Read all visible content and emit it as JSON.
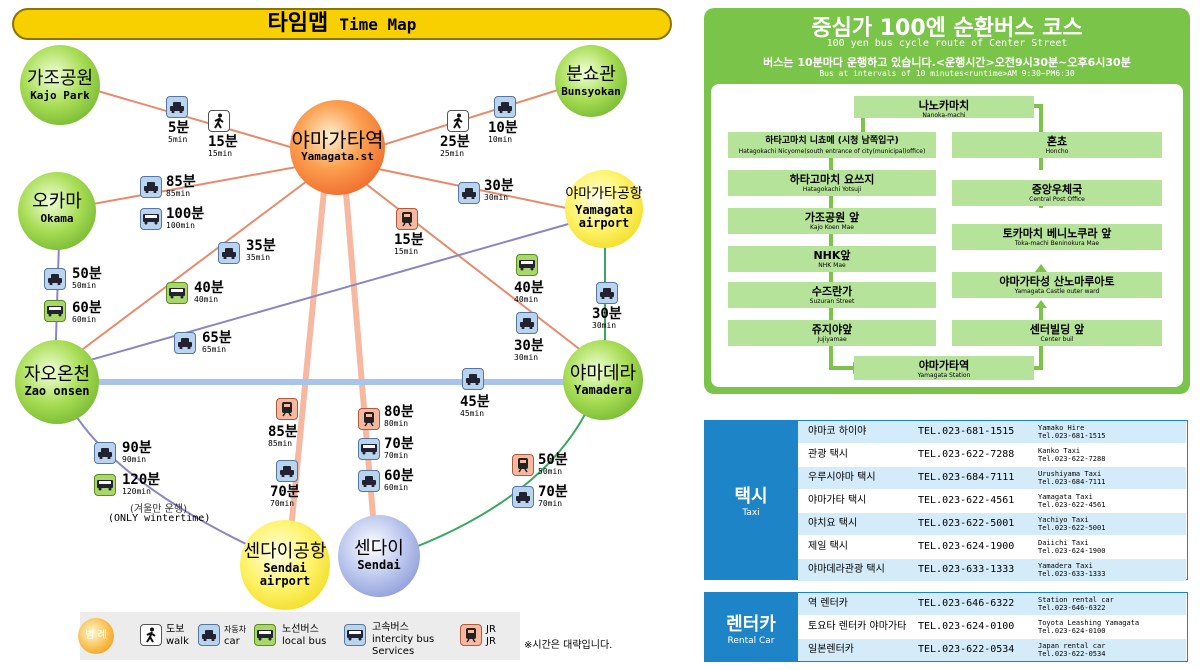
{
  "map": {
    "title_ko": "타임맵",
    "title_en": "Time Map",
    "nodes": {
      "kajo": {
        "ko": "가조공원",
        "en": "Kajo Park"
      },
      "bunsyokan": {
        "ko": "분쇼관",
        "en": "Bunsyokan"
      },
      "yamagata_st": {
        "ko": "야마가타역",
        "en": "Yamagata.st"
      },
      "okama": {
        "ko": "오카마",
        "en": "Okama"
      },
      "airport": {
        "ko": "야마가타공항",
        "en": "Yamagata airport"
      },
      "zao": {
        "ko": "자오온천",
        "en": "Zao onsen"
      },
      "yamadera": {
        "ko": "야마데라",
        "en": "Yamadera"
      },
      "sendai_airport": {
        "ko": "센다이공항",
        "en": "Sendai airport"
      },
      "sendai": {
        "ko": "센다이",
        "en": "Sendai"
      }
    },
    "times": {
      "t1": {
        "big": "5분",
        "sm": "5min"
      },
      "t2": {
        "big": "15분",
        "sm": "15min"
      },
      "t3": {
        "big": "25분",
        "sm": "25min"
      },
      "t4": {
        "big": "10분",
        "sm": "10min"
      },
      "t5": {
        "big": "85분",
        "sm": "85min"
      },
      "t6": {
        "big": "100분",
        "sm": "100min"
      },
      "t7": {
        "big": "30분",
        "sm": "30min"
      },
      "t8": {
        "big": "15분",
        "sm": "15min"
      },
      "t9": {
        "big": "35분",
        "sm": "35min"
      },
      "t10": {
        "big": "50분",
        "sm": "50min"
      },
      "t11": {
        "big": "60분",
        "sm": "60min"
      },
      "t12": {
        "big": "40분",
        "sm": "40min"
      },
      "t13": {
        "big": "40분",
        "sm": "40min"
      },
      "t14": {
        "big": "30분",
        "sm": "30min"
      },
      "t15": {
        "big": "30분",
        "sm": "30min"
      },
      "t16": {
        "big": "65분",
        "sm": "65min"
      },
      "t17": {
        "big": "45분",
        "sm": "45min"
      },
      "t18": {
        "big": "85분",
        "sm": "85min"
      },
      "t19": {
        "big": "70분",
        "sm": "70min"
      },
      "t20": {
        "big": "80분",
        "sm": "80min"
      },
      "t21": {
        "big": "70분",
        "sm": "70min"
      },
      "t22": {
        "big": "60분",
        "sm": "60min"
      },
      "t23": {
        "big": "90분",
        "sm": "90min"
      },
      "t24": {
        "big": "120분",
        "sm": "120min"
      },
      "t25": {
        "big": "50분",
        "sm": "50min"
      },
      "t26": {
        "big": "70분",
        "sm": "70min"
      }
    },
    "winter_note_ko": "(겨울만 운행)",
    "winter_note_en": "(ONLY wintertime)",
    "legend": {
      "title": "범 례",
      "walk_ko": "도보",
      "walk_en": "walk",
      "car_ko": "자동차",
      "car_en": "car",
      "bus_ko": "노선버스",
      "bus_en": "local bus",
      "hbus_ko": "고속버스",
      "hbus_en1": "intercity bus",
      "hbus_en2": "Services",
      "jr_ko": "JR",
      "jr_en": "JR",
      "note": "※시간은 대략입니다."
    }
  },
  "bus": {
    "title": "중심가 100엔 순환버스 코스",
    "subtitle": "100 yen bus cycle route of Center Street",
    "interval_ko": "버스는 10분마다 운행하고 있습니다.<운행시간>오전9시30분~오후6시30분",
    "interval_en": "Bus at intervals of 10 minutes<runtime>AM 9:30~PM6:30",
    "stops": {
      "s1": {
        "ko": "나노카마치",
        "en": "Nanoka-machi"
      },
      "s2": {
        "ko": "하타고마치 니쵸메 (시청 남쪽입구)",
        "en": "Hatagokachi Nicyome(south entrance of city(municipal)office)"
      },
      "s3": {
        "ko": "하타고마치 요쓰지",
        "en": "Hatagokachi Yotsuji"
      },
      "s4": {
        "ko": "가조공원 앞",
        "en": "Kajo Koen Mae"
      },
      "s5": {
        "ko": "NHK앞",
        "en": "NHK Mae"
      },
      "s6": {
        "ko": "수즈란가",
        "en": "Suzuran Street"
      },
      "s7": {
        "ko": "쥬지야앞",
        "en": "Jujiyamae"
      },
      "s8": {
        "ko": "야마가타역",
        "en": "Yamagata Station"
      },
      "s9": {
        "ko": "혼쵸",
        "en": "Honcho"
      },
      "s10": {
        "ko": "중앙우체국",
        "en": "Central Post Office"
      },
      "s11": {
        "ko": "토카마치 베니노쿠라 앞",
        "en": "Toka-machi Beninokura Mae"
      },
      "s12": {
        "ko": "야마가타성 산노마루아토",
        "en": "Yamagata Castle outer ward"
      },
      "s13": {
        "ko": "센터빌딩 앞",
        "en": "Center buil"
      }
    }
  },
  "taxi": {
    "head_ko": "택시",
    "head_en": "Taxi",
    "rows": [
      {
        "name": "야마코 하이야",
        "tel": "TEL.023-681-1515",
        "en1": "Yamako Hire",
        "en2": "Tel.023-681-1515"
      },
      {
        "name": "관광 택시",
        "tel": "TEL.023-622-7288",
        "en1": "Kanko Taxi",
        "en2": "Tel.023-622-7288"
      },
      {
        "name": "우루시야마 택시",
        "tel": "TEL.023-684-7111",
        "en1": "Urushiyama Taxi",
        "en2": "Tel.023-684-7111"
      },
      {
        "name": "야마가타 택시",
        "tel": "TEL.023-622-4561",
        "en1": "Yamagata Taxi",
        "en2": "Tel.023-622-4561"
      },
      {
        "name": "야치요 택시",
        "tel": "TEL.023-622-5001",
        "en1": "Yachiyo Taxi",
        "en2": "Tel.023-622-5001"
      },
      {
        "name": "제일 택시",
        "tel": "TEL.023-624-1900",
        "en1": "Daiichi Taxi",
        "en2": "Tel.023-624-1900"
      },
      {
        "name": "야마데라관광 택시",
        "tel": "TEL.023-633-1333",
        "en1": "Yamadera Taxi",
        "en2": "Tel.023-633-1333"
      }
    ]
  },
  "rental": {
    "head_ko": "렌터카",
    "head_en": "Rental Car",
    "rows": [
      {
        "name": "역 렌터카",
        "tel": "TEL.023-646-6322",
        "en1": "Station rental car",
        "en2": "Tel.023-646-6322"
      },
      {
        "name": "토요타 렌터카 야마가타",
        "tel": "TEL.023-624-0100",
        "en1": "Toyota Leashing Yamagata",
        "en2": "Tel.023-624-0100"
      },
      {
        "name": "일본렌터카",
        "tel": "TEL.023-622-0534",
        "en1": "Japan rental car",
        "en2": "Tel.023-622-0534"
      }
    ]
  },
  "colors": {
    "car_line": "#e98a6a",
    "bus_line": "#8a86c4",
    "green_line": "#3aa860",
    "blue_line": "#a9c4ea",
    "bus_green": "#7bc44a",
    "table_blue": "#1d84c7"
  }
}
